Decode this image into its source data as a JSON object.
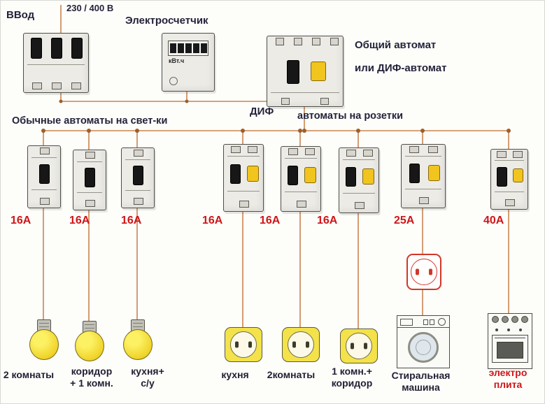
{
  "colors": {
    "wire": "#c9854f",
    "amp_label": "#cf1518",
    "text": "#23233a",
    "device_yellow": "#f1c41e"
  },
  "top_section": {
    "input_label": "ВВод",
    "voltage_label": "230 / 400 В",
    "meter_label": "Электросчетчик",
    "meter_unit": "кВт.ч",
    "main_breaker_label_line1": "Общий автомат",
    "main_breaker_label_line2": "или ДИФ-автомат"
  },
  "row_labels": {
    "lights": "Обычные автоматы на свет-ки",
    "dif": "ДИФ",
    "sockets": "автоматы на розетки"
  },
  "breakers": [
    {
      "rating": "16А",
      "type": "single-pole",
      "load": {
        "line1": "2 комнаты",
        "line2": "",
        "device": "bulb"
      }
    },
    {
      "rating": "16А",
      "type": "single-pole",
      "load": {
        "line1": "коридор",
        "line2": "+ 1 комн.",
        "device": "bulb"
      }
    },
    {
      "rating": "16А",
      "type": "single-pole",
      "load": {
        "line1": "кухня+",
        "line2": "с/у",
        "device": "bulb"
      }
    },
    {
      "rating": "16А",
      "type": "dif",
      "load": {
        "line1": "кухня",
        "line2": "",
        "device": "socket"
      }
    },
    {
      "rating": "16А",
      "type": "dif",
      "load": {
        "line1": "2комнаты",
        "line2": "",
        "device": "socket"
      }
    },
    {
      "rating": "16А",
      "type": "dif",
      "load": {
        "line1": "1 комн.+",
        "line2": "коридор",
        "device": "socket"
      }
    },
    {
      "rating": "25А",
      "type": "dif",
      "load": {
        "line1": "Стиральная",
        "line2": "машина",
        "device": "washing-machine"
      }
    },
    {
      "rating": "40А",
      "type": "dif",
      "load": {
        "line1": "электро",
        "line2": "плита",
        "device": "stove"
      }
    }
  ]
}
